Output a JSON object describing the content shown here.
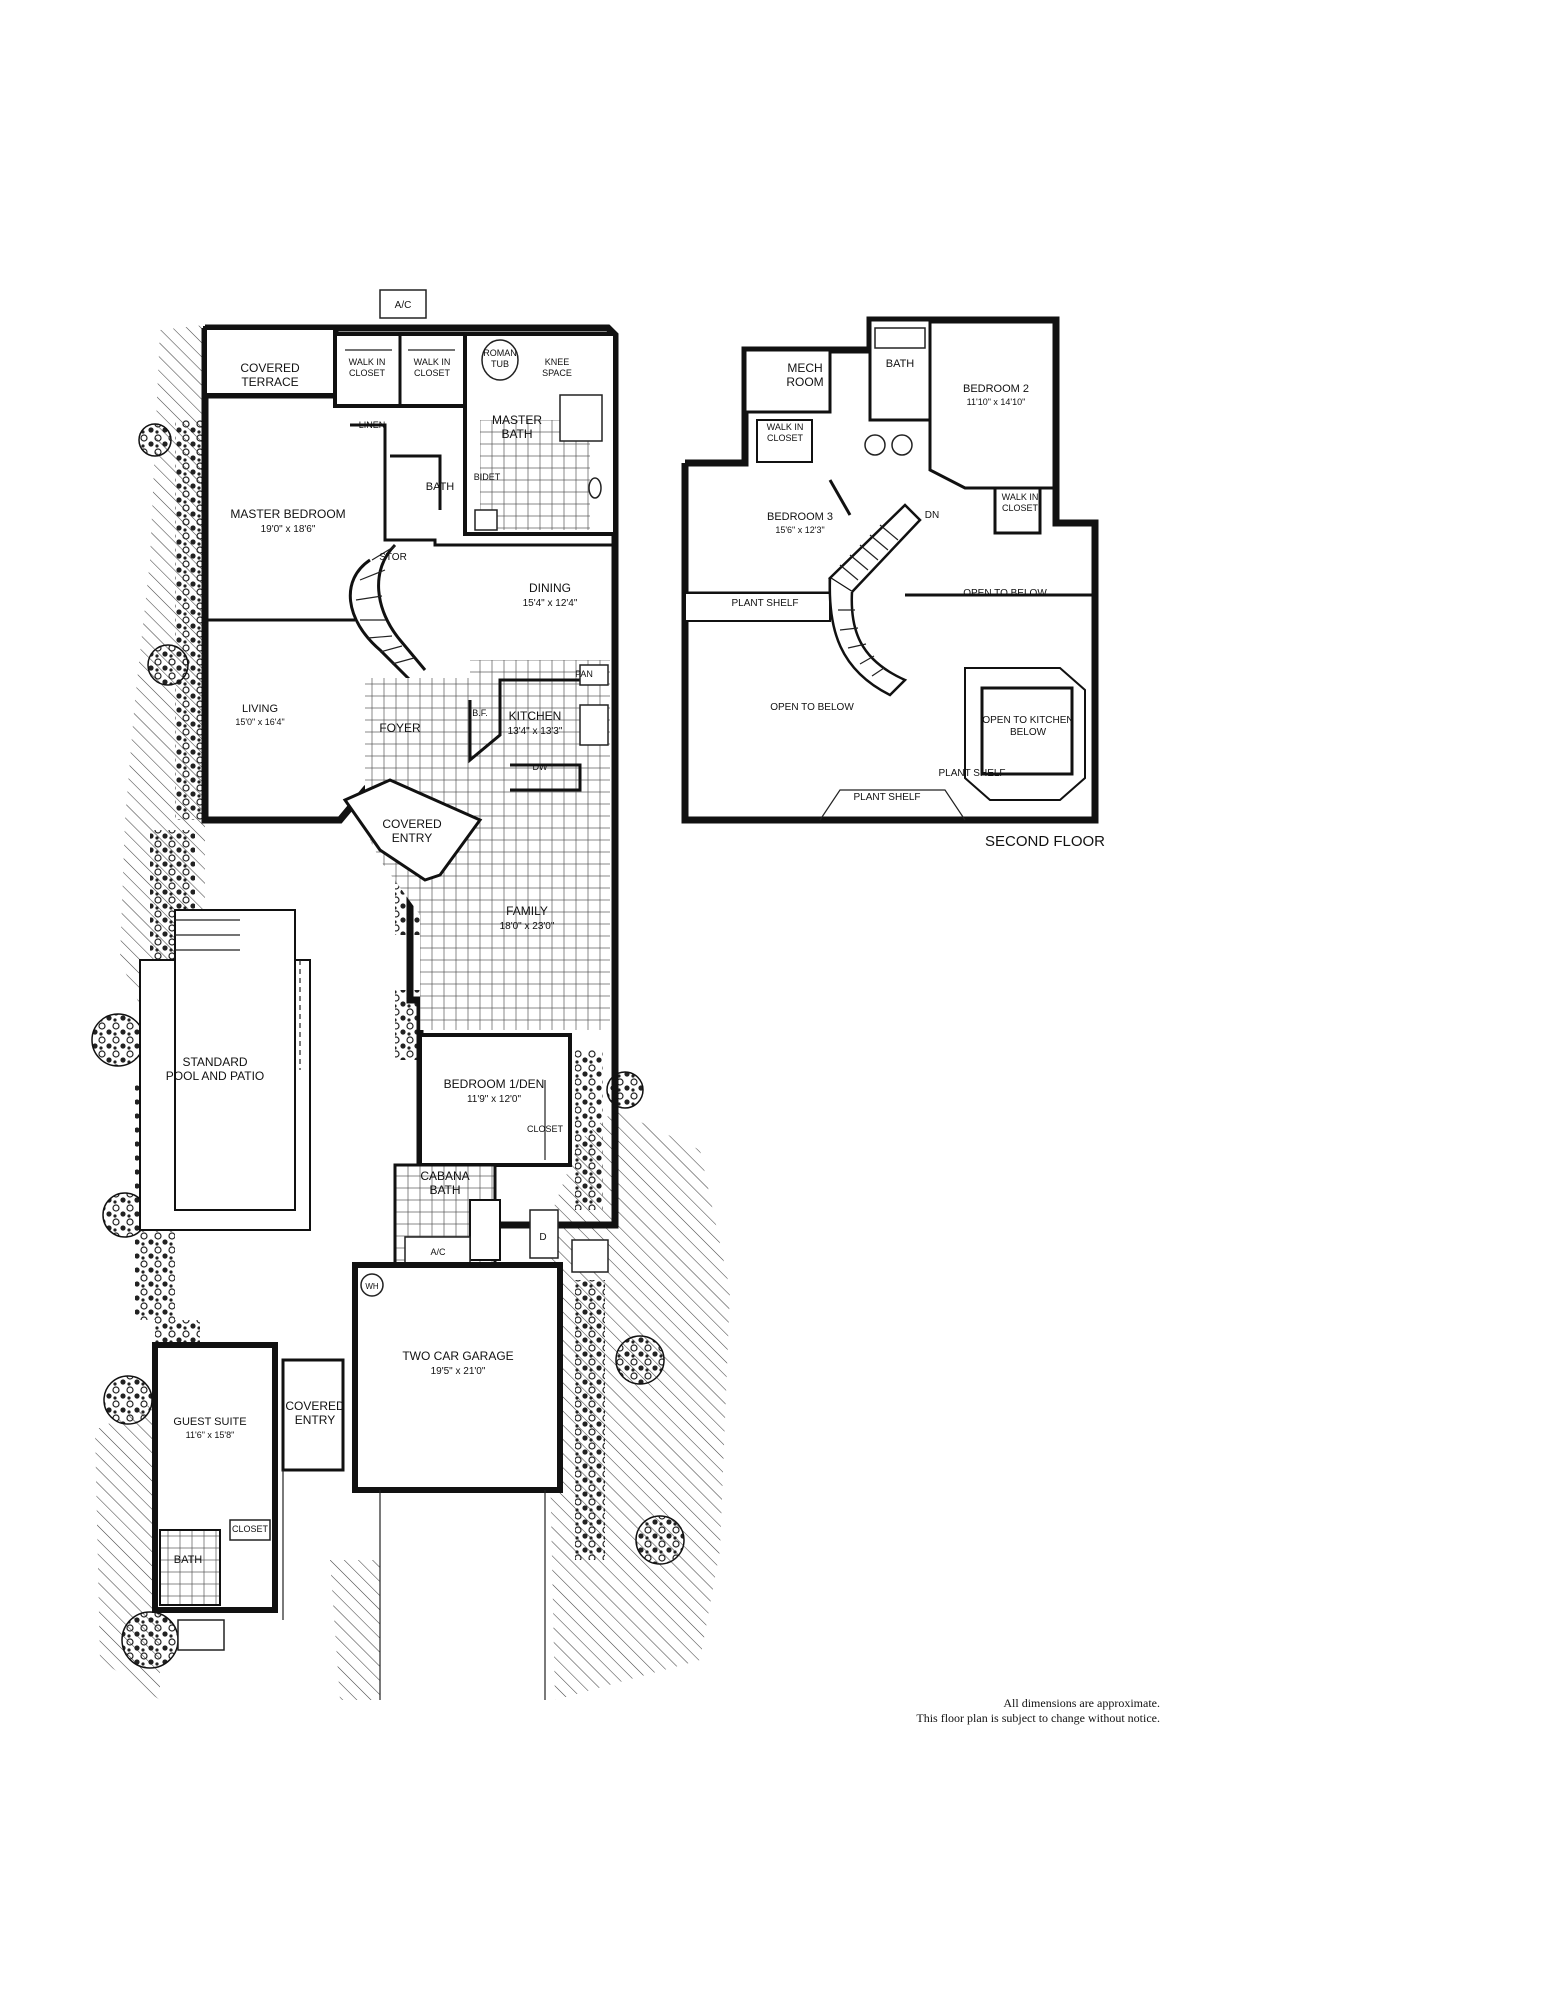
{
  "floor_plan": {
    "first_floor_rooms": [
      {
        "name": "COVERED\nTERRACE",
        "dims": ""
      },
      {
        "name": "WALK IN\nCLOSET",
        "dims": ""
      },
      {
        "name": "WALK IN\nCLOSET",
        "dims": ""
      },
      {
        "name": "ROMAN\nTUB",
        "dims": ""
      },
      {
        "name": "KNEE\nSPACE",
        "dims": ""
      },
      {
        "name": "MASTER\nBATH",
        "dims": ""
      },
      {
        "name": "LINEN",
        "dims": ""
      },
      {
        "name": "BATH",
        "dims": ""
      },
      {
        "name": "BIDET",
        "dims": ""
      },
      {
        "name": "MASTER BEDROOM",
        "dims": "19'0\" x 18'6\""
      },
      {
        "name": "STOR",
        "dims": ""
      },
      {
        "name": "DINING",
        "dims": "15'4\" x 12'4\""
      },
      {
        "name": "LIVING",
        "dims": "15'0\" x 16'4\""
      },
      {
        "name": "FOYER",
        "dims": ""
      },
      {
        "name": "KITCHEN",
        "dims": "13'4\" x 13'3\""
      },
      {
        "name": "PAN",
        "dims": ""
      },
      {
        "name": "B.F.",
        "dims": ""
      },
      {
        "name": "DW",
        "dims": ""
      },
      {
        "name": "COVERED\nENTRY",
        "dims": ""
      },
      {
        "name": "FAMILY",
        "dims": "18'0\" x 23'0\""
      },
      {
        "name": "STANDARD\nPOOL AND PATIO",
        "dims": ""
      },
      {
        "name": "BEDROOM 1/DEN",
        "dims": "11'9\" x 12'0\""
      },
      {
        "name": "CLOSET",
        "dims": ""
      },
      {
        "name": "CABANA\nBATH",
        "dims": ""
      },
      {
        "name": "A/C",
        "dims": ""
      },
      {
        "name": "D",
        "dims": ""
      },
      {
        "name": "WH",
        "dims": ""
      },
      {
        "name": "TWO CAR GARAGE",
        "dims": "19'5\" x 21'0\""
      },
      {
        "name": "GUEST SUITE",
        "dims": "11'6\" x 15'8\""
      },
      {
        "name": "COVERED\nENTRY",
        "dims": ""
      },
      {
        "name": "CLOSET",
        "dims": ""
      },
      {
        "name": "BATH",
        "dims": ""
      }
    ],
    "ac_label": "A/C",
    "second_floor_rooms": [
      {
        "name": "MECH\nROOM",
        "dims": ""
      },
      {
        "name": "BATH",
        "dims": ""
      },
      {
        "name": "BEDROOM 2",
        "dims": "11'10\" x 14'10\""
      },
      {
        "name": "WALK IN\nCLOSET",
        "dims": ""
      },
      {
        "name": "BEDROOM 3",
        "dims": "15'6\" x 12'3\""
      },
      {
        "name": "DN",
        "dims": ""
      },
      {
        "name": "WALK IN\nCLOSET",
        "dims": ""
      },
      {
        "name": "PLANT SHELF",
        "dims": ""
      },
      {
        "name": "OPEN TO BELOW",
        "dims": ""
      },
      {
        "name": "OPEN TO BELOW",
        "dims": ""
      },
      {
        "name": "OPEN TO KITCHEN\nBELOW",
        "dims": ""
      },
      {
        "name": "PLANT SHELF",
        "dims": ""
      },
      {
        "name": "PLANT SHELF",
        "dims": ""
      }
    ],
    "second_floor_title": "SECOND FLOOR"
  },
  "notes": {
    "line1": "All dimensions are approximate.",
    "line2": "This floor plan is subject to change without notice."
  }
}
